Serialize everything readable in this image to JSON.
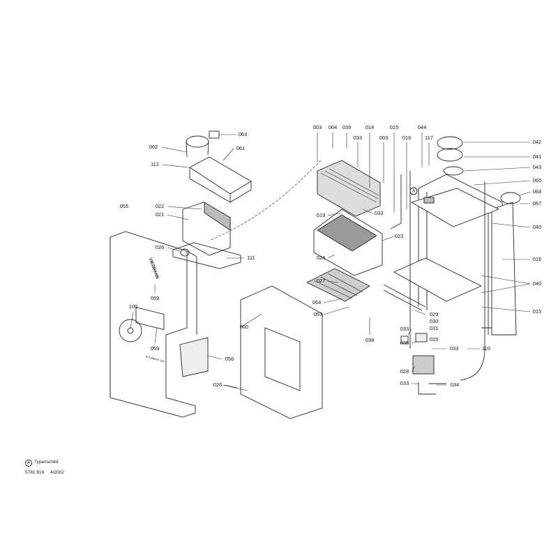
{
  "diagram": {
    "part_labels": [
      "003",
      "004",
      "039",
      "014",
      "015",
      "044",
      "033",
      "003",
      "016",
      "117",
      "063",
      "062",
      "061",
      "112",
      "042",
      "041",
      "043",
      "065",
      "064",
      "067",
      "040",
      "016",
      "040",
      "015",
      "055",
      "022",
      "021",
      "019",
      "033",
      "023",
      "026",
      "111",
      "024",
      "027",
      "059",
      "054",
      "053",
      "029",
      "030",
      "031",
      "100",
      "060",
      "033",
      "035",
      "038",
      "033",
      "110",
      "025",
      "059",
      "056",
      "028",
      "033",
      "034",
      "026"
    ],
    "marker": "A",
    "brand_on_panel": "VIESMANN",
    "panel_badge": "VITODENS 100"
  },
  "legend": {
    "marker": "A",
    "text": "Typenschild"
  },
  "footer": {
    "doc_number": "5781 819",
    "date": "4/2002"
  }
}
